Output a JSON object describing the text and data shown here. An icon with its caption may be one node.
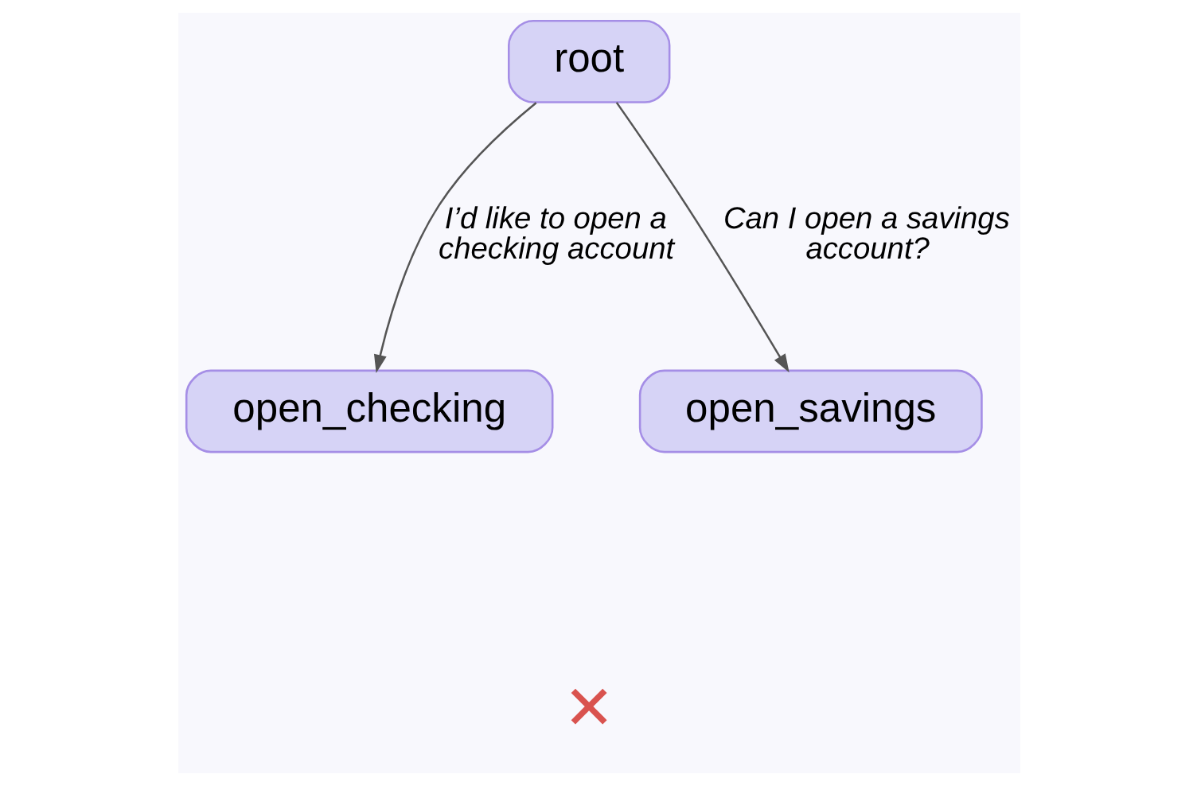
{
  "diagram": {
    "nodes": [
      {
        "text": [
          "root"
        ]
      },
      {
        "text": [
          "open_checking"
        ]
      },
      {
        "text": [
          "open_savings"
        ]
      }
    ],
    "edges": [
      {
        "from": 0,
        "to": 1,
        "arrow": "to",
        "label": "I’d like to open a checking account"
      },
      {
        "from": 0,
        "to": 2,
        "arrow": "to",
        "label": "Can I open a savings account?"
      }
    ],
    "labels": [
      "✕"
    ]
  }
}
